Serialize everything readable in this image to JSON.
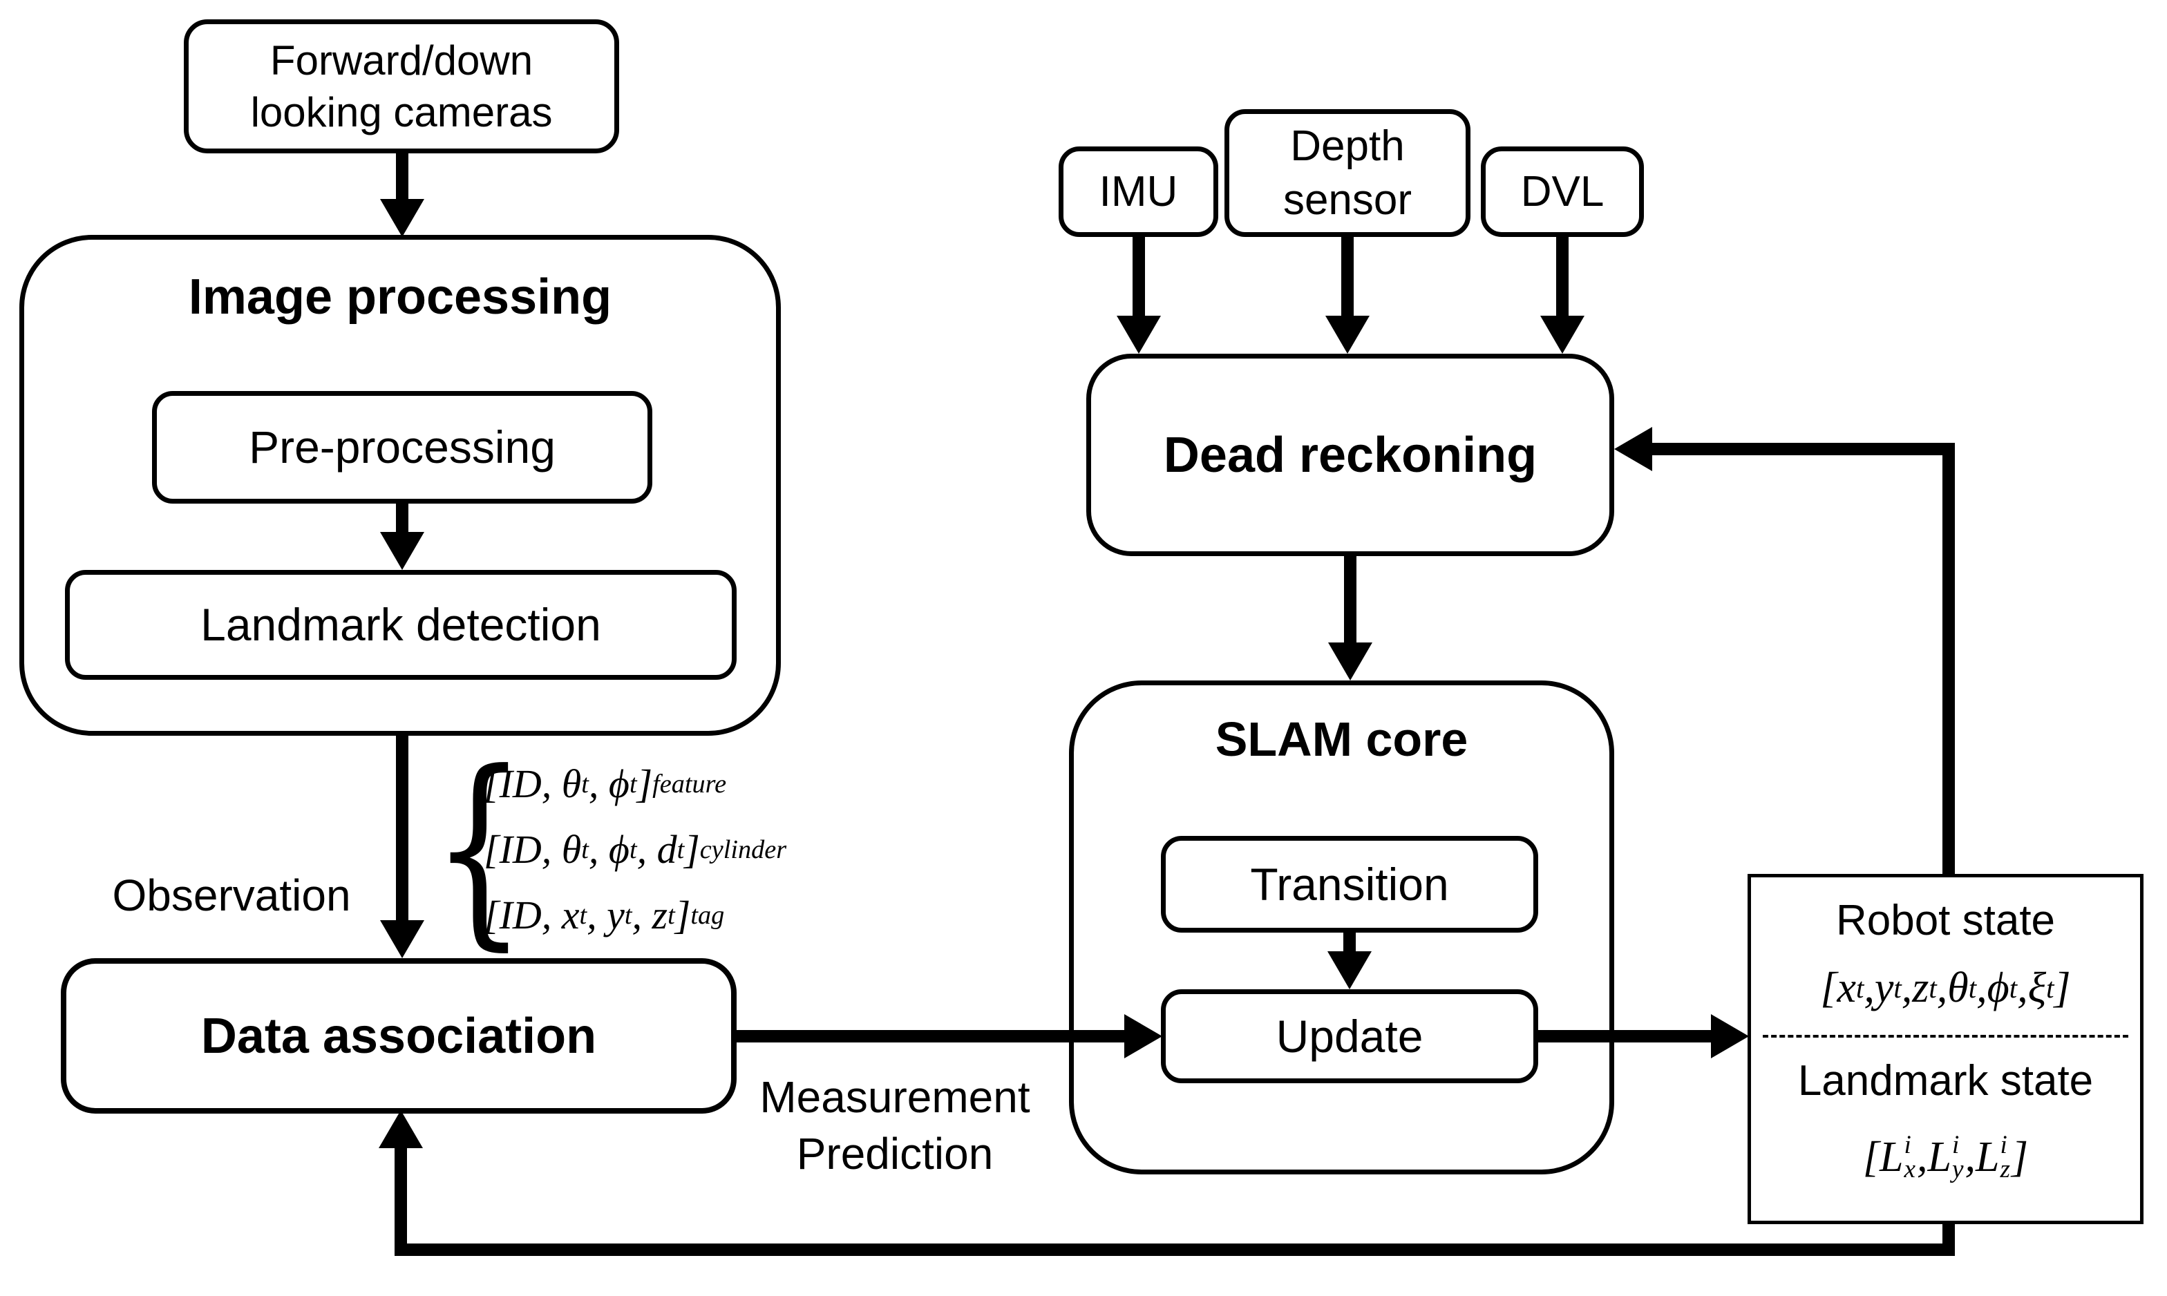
{
  "colors": {
    "background": "#ffffff",
    "stroke": "#000000"
  },
  "nodes": {
    "cameras": {
      "label": "Forward/down\nlooking cameras"
    },
    "image_processing": {
      "title": "Image processing"
    },
    "pre_processing": {
      "label": "Pre-processing"
    },
    "landmark_detection": {
      "label": "Landmark detection"
    },
    "imu": {
      "label": "IMU"
    },
    "depth_sensor": {
      "label": "Depth\nsensor"
    },
    "dvl": {
      "label": "DVL"
    },
    "dead_reckoning": {
      "label": "Dead reckoning"
    },
    "slam_core": {
      "title": "SLAM core"
    },
    "transition": {
      "label": "Transition"
    },
    "update": {
      "label": "Update"
    },
    "data_association": {
      "label": "Data association"
    },
    "state_box": {
      "robot_title": "Robot state",
      "robot_vector_html": "[x<sub>t</sub>,y<sub>t</sub>,z<sub>t</sub>,θ<sub>t</sub>,ϕ<sub>t</sub>,ξ<sub>t</sub>]",
      "landmark_title": "Landmark state",
      "landmark_vector_html": "[L<span class=\"ss\"><span>i</span><span>x</span></span>,L<span class=\"ss\"><span>i</span><span>y</span></span>,L<span class=\"ss\"><span>i</span><span>z</span></span>]"
    }
  },
  "annotations": {
    "observation_label": "Observation",
    "brace": "{",
    "formulas_html": [
      "[ID, θ<sub>t</sub>, ϕ<sub>t</sub>]<sub>feature</sub>",
      "[ID, θ<sub>t</sub>, ϕ<sub>t</sub>, d<sub>t</sub>]<sub>cylinder</sub>",
      "[ID, x<sub>t</sub>, y<sub>t</sub>, z<sub>t</sub>]<sub>tag</sub>"
    ],
    "measurement_label": "Measurement\nPrediction"
  }
}
